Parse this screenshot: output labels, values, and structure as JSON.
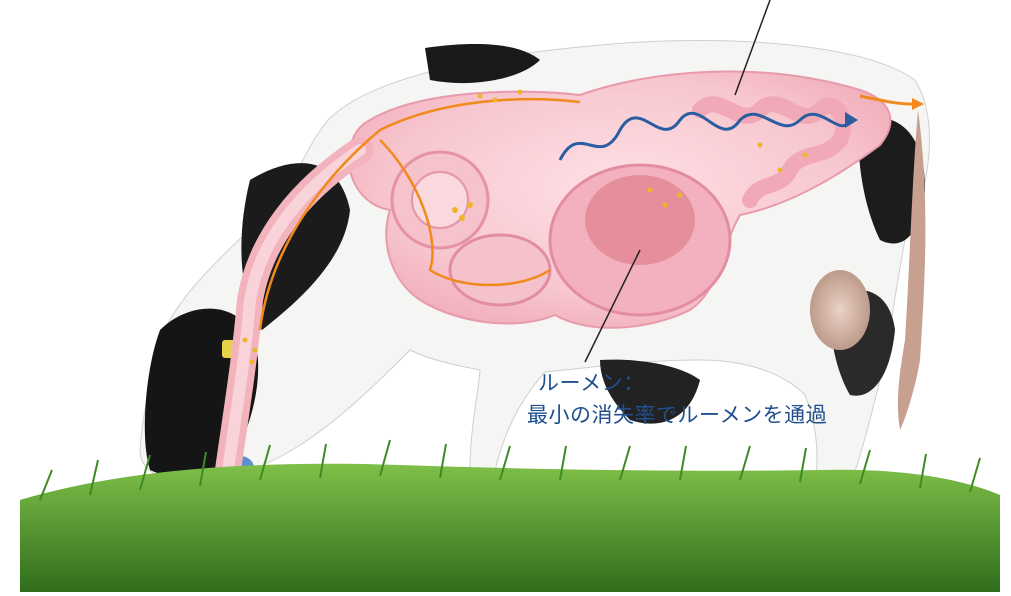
{
  "annotation": {
    "line1": "ルーメン：",
    "line2": "最小の消失率でルーメンを通過"
  },
  "colors": {
    "annotation_text": "#1f4f8c",
    "flow_arrow_orange": "#f08a1c",
    "flow_arrow_blue": "#2a5ea0",
    "gut_pink": "#f2b3bd",
    "grass": "#4f9a2e"
  },
  "icons": [
    "cow-illustration",
    "digestive-tract",
    "flow-arrow",
    "grass-ground"
  ]
}
